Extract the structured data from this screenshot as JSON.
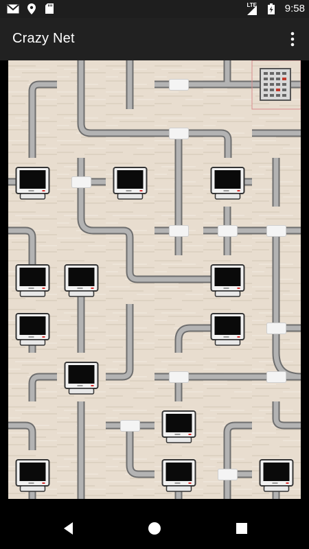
{
  "status_bar": {
    "time": "9:58",
    "network": "LTE",
    "icons": [
      "gmail-icon",
      "location-icon",
      "sd-card-icon",
      "signal-icon",
      "battery-charging-icon"
    ]
  },
  "app_bar": {
    "title": "Crazy Net",
    "overflow_icon": "more-vert-icon"
  },
  "game": {
    "grid": {
      "cols": 6,
      "rows": 9
    },
    "server": {
      "col": 5,
      "row": 0
    },
    "computers": [
      {
        "col": 0,
        "row": 2
      },
      {
        "col": 2,
        "row": 2
      },
      {
        "col": 4,
        "row": 2
      },
      {
        "col": 0,
        "row": 4
      },
      {
        "col": 1,
        "row": 4
      },
      {
        "col": 4,
        "row": 4
      },
      {
        "col": 0,
        "row": 5
      },
      {
        "col": 4,
        "row": 5
      },
      {
        "col": 1,
        "row": 6
      },
      {
        "col": 3,
        "row": 7
      },
      {
        "col": 0,
        "row": 8
      },
      {
        "col": 3,
        "row": 8
      },
      {
        "col": 5,
        "row": 8
      }
    ],
    "connector_tiles": [
      {
        "col": 3,
        "row": 0
      },
      {
        "col": 3,
        "row": 1
      },
      {
        "col": 1,
        "row": 2
      },
      {
        "col": 3,
        "row": 3
      },
      {
        "col": 4,
        "row": 3
      },
      {
        "col": 5,
        "row": 3
      },
      {
        "col": 5,
        "row": 5
      },
      {
        "col": 3,
        "row": 6
      },
      {
        "col": 5,
        "row": 6
      },
      {
        "col": 2,
        "row": 7
      },
      {
        "col": 4,
        "row": 8
      }
    ]
  },
  "nav_bar": {
    "buttons": [
      "back-icon",
      "home-icon",
      "recents-icon"
    ]
  }
}
